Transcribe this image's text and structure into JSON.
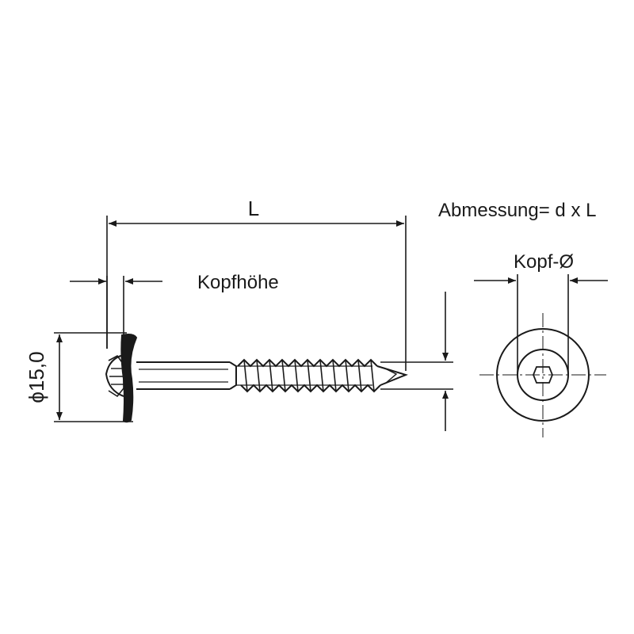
{
  "labels": {
    "length": "L",
    "dimension": "Abmessung= d x L",
    "head_height": "Kopfhöhe",
    "head_diameter": "Kopf-Ø",
    "washer_diameter": "ϕ15,0"
  },
  "colors": {
    "line": "#1a1a1a",
    "background": "#ffffff"
  }
}
